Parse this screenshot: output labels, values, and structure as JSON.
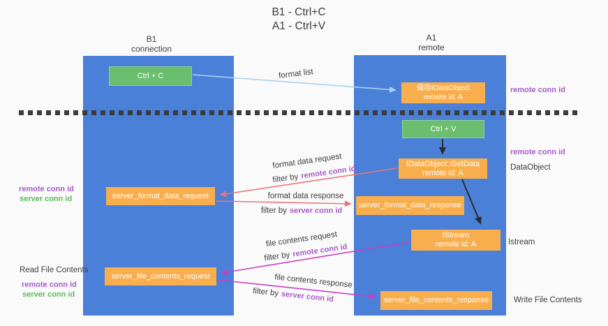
{
  "title": {
    "line1": "B1 - Ctrl+C",
    "line2": "A1 - Ctrl+V"
  },
  "lanes": {
    "left": {
      "name": "B1",
      "sub": "connection"
    },
    "right": {
      "name": "A1",
      "sub": "remote"
    }
  },
  "nodes": {
    "ctrl_c": {
      "label": "Ctrl + C"
    },
    "save_dataobject": {
      "line1": "保存IDataObject",
      "line2": "remote id: A"
    },
    "ctrl_v": {
      "label": "Ctrl + V"
    },
    "getdata": {
      "line1": "IDataObject::GetData",
      "line2": "remote id: A"
    },
    "format_request": {
      "label": "server_format_data_request"
    },
    "format_response": {
      "label": "server_format_data_response"
    },
    "istream": {
      "line1": "IStream",
      "line2": "remote id: A"
    },
    "file_request": {
      "label": "server_file_contents_request"
    },
    "file_response": {
      "label": "server_file_contents_response"
    }
  },
  "arrow_labels": {
    "format_list": "format list",
    "format_data_request": "format data request",
    "format_data_response": "format data response",
    "file_contents_request": "file contents request",
    "file_contents_response": "file contents response",
    "filter_by": "filter by",
    "remote_conn_id": "remote conn id",
    "server_conn_id": "server conn id"
  },
  "side_labels": {
    "remote_conn_id_top_right": "remote conn id",
    "remote_conn_id_mid_right": "remote conn id",
    "dataobject": "DataObject",
    "istream": "Istream",
    "write_file_contents": "Write File Contents",
    "read_file_contents": "Read File Contents",
    "remote_conn_id_left_top": "remote conn id",
    "server_conn_id_left_top": "server conn id",
    "remote_conn_id_left_bottom": "remote conn id",
    "server_conn_id_left_bottom": "server conn id"
  },
  "colors": {
    "lane_blue": "#4a80d8",
    "node_green": "#6abe6e",
    "node_orange": "#f9ae4d",
    "arrow_light_blue": "#a9d2f0",
    "arrow_red": "#e87676",
    "arrow_magenta": "#c73fc7",
    "arrow_black": "#2b2b2b",
    "text_purple": "#a85cc8",
    "text_green": "#5cb85c",
    "text_dark": "#3d3d3d"
  }
}
